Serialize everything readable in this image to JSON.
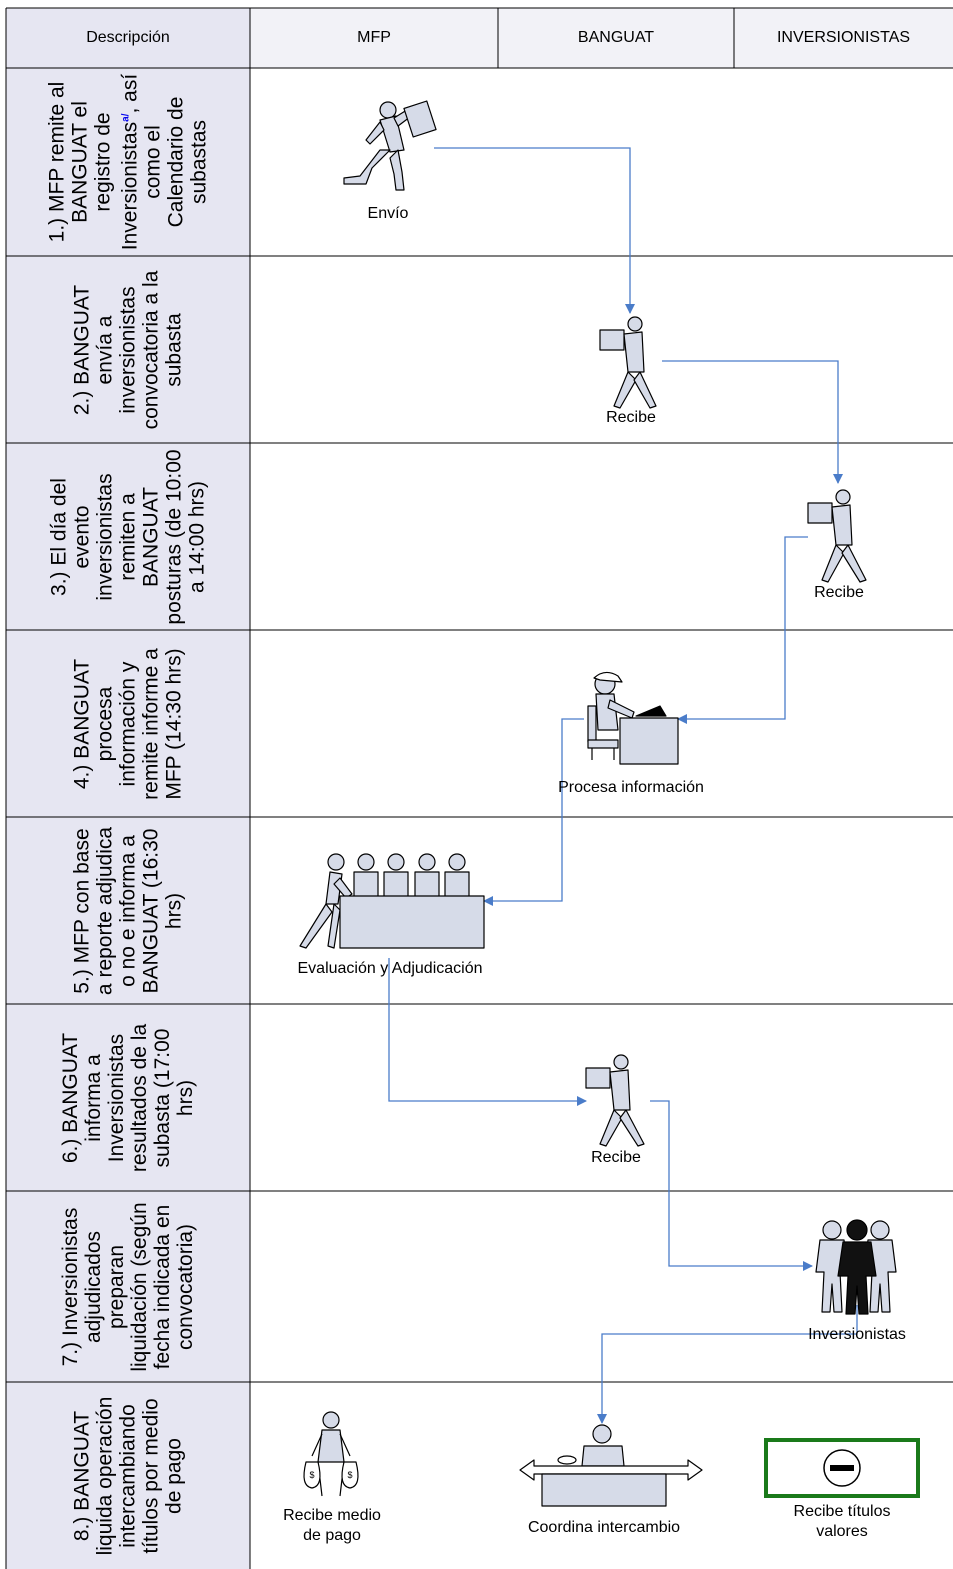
{
  "header": {
    "description": "Descripción",
    "mfp": "MFP",
    "banguat": "BANGUAT",
    "inversionistas": "INVERSIONISTAS"
  },
  "rows": [
    {
      "text": "1.) MFP remite al BANGUAT el registro de Inversionistas",
      "sup": "a/",
      "text_after": ", así como el Calendario de subastas"
    },
    {
      "text": "2.) BANGUAT envía a inversionistas convocatoria a la subasta"
    },
    {
      "text": "3.) El día del evento inversionistas remiten a BANGUAT posturas (de 10:00 a 14:00 hrs)"
    },
    {
      "text": "4.) BANGUAT procesa información y remite informe a MFP (14:30 hrs)"
    },
    {
      "text": "5.) MFP con base a reporte adjudica o no e informa a BANGUAT (16:30 hrs)"
    },
    {
      "text": "6.) BANGUAT informa a Inversionistas resultados de la subasta (17:00 hrs)"
    },
    {
      "text": "7.) Inversionistas adjudicados preparan liquidación (según fecha indicada en convocatoria)"
    },
    {
      "text": "8.) BANGUAT liquida operación intercambiando títulos por medio de pago"
    }
  ],
  "labels": {
    "envio": "Envío",
    "recibe_1": "Recibe",
    "recibe_2": "Recibe",
    "procesa": "Procesa información",
    "evaluacion": "Evaluación y Adjudicación",
    "recibe_3": "Recibe",
    "inversionistas": "Inversionistas",
    "recibe_medio_1": "Recibe medio",
    "recibe_medio_2": "de pago",
    "coordina": "Coordina intercambio",
    "recibe_titulos_1": "Recibe títulos",
    "recibe_titulos_2": "valores"
  },
  "colors": {
    "desc_fill": "#e6e6f2",
    "header_fill": "#f2f2f7",
    "arrow": "#4a7cc9",
    "figure_fill": "#d6dbe8",
    "frame_green": "#1a7a1a",
    "investor_black": "#111111"
  }
}
